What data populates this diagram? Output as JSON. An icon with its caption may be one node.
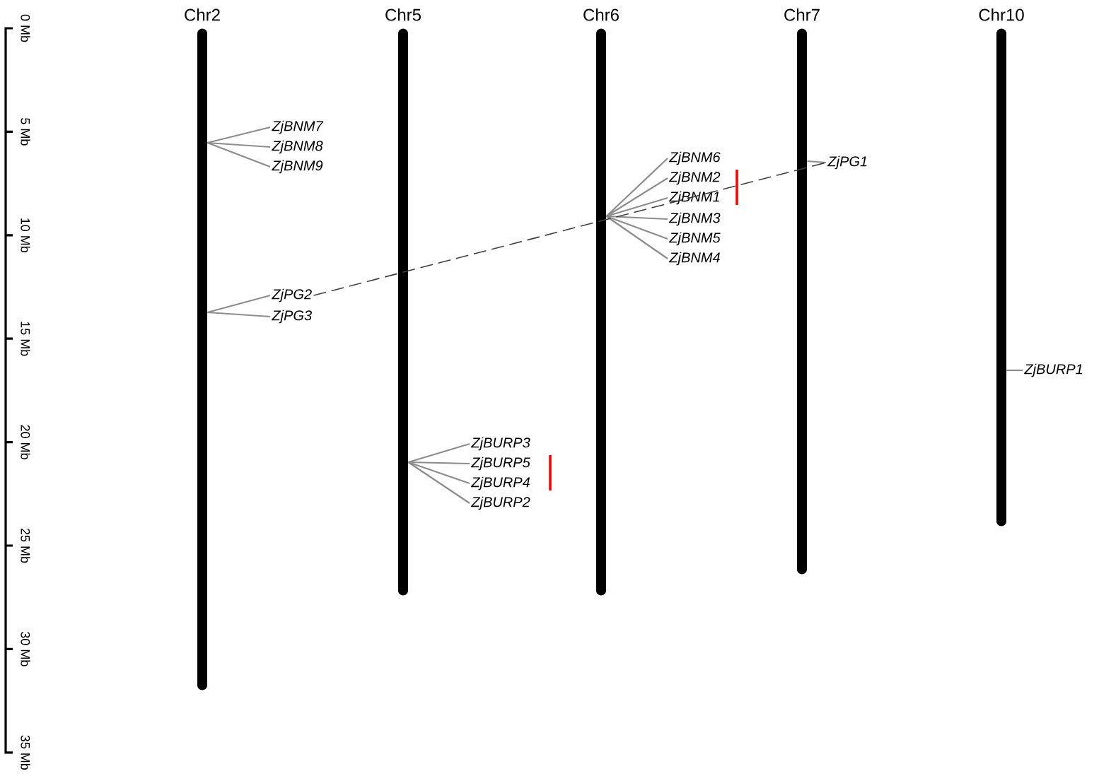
{
  "diagram": {
    "nodes": [
      {
        "text": [
          "Chr2"
        ]
      },
      {
        "text": [
          "Chr5"
        ]
      },
      {
        "text": [
          "Chr6"
        ]
      },
      {
        "text": [
          "Chr7"
        ]
      },
      {
        "text": [
          "Chr10"
        ]
      },
      {
        "text": [
          "ZjBNM7"
        ]
      },
      {
        "text": [
          "ZjBNM8"
        ]
      },
      {
        "text": [
          "ZjBNM9"
        ]
      },
      {
        "text": [
          "ZjPG2"
        ]
      },
      {
        "text": [
          "ZjPG3"
        ]
      },
      {
        "text": [
          "ZjBURP3"
        ]
      },
      {
        "text": [
          "ZjBURP5"
        ]
      },
      {
        "text": [
          "ZjBURP4"
        ]
      },
      {
        "text": [
          "ZjBURP2"
        ]
      },
      {
        "text": [
          "ZjBNM6"
        ]
      },
      {
        "text": [
          "ZjBNM2"
        ]
      },
      {
        "text": [
          "ZjBNM1"
        ]
      },
      {
        "text": [
          "ZjBNM3"
        ]
      },
      {
        "text": [
          "ZjBNM5"
        ]
      },
      {
        "text": [
          "ZjBNM4"
        ]
      },
      {
        "text": [
          "ZjPG1"
        ]
      },
      {
        "text": [
          "ZjBURP1"
        ]
      }
    ],
    "edges": [
      {
        "from": 0,
        "to": 5,
        "arrow": "none"
      },
      {
        "from": 0,
        "to": 6,
        "arrow": "none"
      },
      {
        "from": 0,
        "to": 7,
        "arrow": "none"
      },
      {
        "from": 0,
        "to": 8,
        "arrow": "none"
      },
      {
        "from": 0,
        "to": 9,
        "arrow": "none"
      },
      {
        "from": 1,
        "to": 10,
        "arrow": "none"
      },
      {
        "from": 1,
        "to": 11,
        "arrow": "none"
      },
      {
        "from": 1,
        "to": 12,
        "arrow": "none"
      },
      {
        "from": 1,
        "to": 13,
        "arrow": "none"
      },
      {
        "from": 2,
        "to": 14,
        "arrow": "none"
      },
      {
        "from": 2,
        "to": 15,
        "arrow": "none"
      },
      {
        "from": 2,
        "to": 16,
        "arrow": "none"
      },
      {
        "from": 2,
        "to": 17,
        "arrow": "none"
      },
      {
        "from": 2,
        "to": 18,
        "arrow": "none"
      },
      {
        "from": 2,
        "to": 19,
        "arrow": "none"
      },
      {
        "from": 3,
        "to": 20,
        "arrow": "none"
      },
      {
        "from": 4,
        "to": 21,
        "arrow": "none"
      },
      {
        "from": 8,
        "to": 20,
        "arrow": "none",
        "style": "dashed",
        "color": "#404040"
      }
    ],
    "labels": [
      "0 Mb",
      "5 Mb",
      "10 Mb",
      "15 Mb",
      "20 Mb",
      "25 Mb",
      "30 Mb",
      "35 Mb"
    ]
  }
}
